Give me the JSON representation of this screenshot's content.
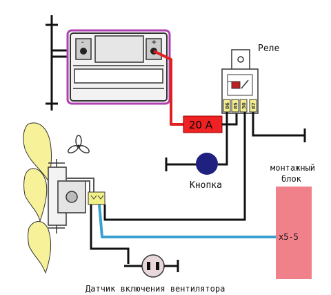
{
  "labels": {
    "relay": "Реле",
    "fuse": "20 A",
    "button": "Кнопка",
    "block_line1": "монтажный",
    "block_line2": "блок",
    "block_pin": "x5-5",
    "sensor": "Датчик включения вентилятора",
    "battery_minus": "-",
    "battery_plus": "+",
    "pin_86": "86",
    "pin_85": "85",
    "pin_30": "30",
    "pin_87": "87"
  },
  "colors": {
    "power_wire": "#e02020",
    "signal_wire": "#3aa0d0",
    "ground_wire": "#111111",
    "battery_border": "#b040b0",
    "fuse": "#ee2222",
    "button": "#202080",
    "block": "#f0808a",
    "fan_blade": "#f7f29a",
    "sensor_connector": "#f2f08a"
  }
}
